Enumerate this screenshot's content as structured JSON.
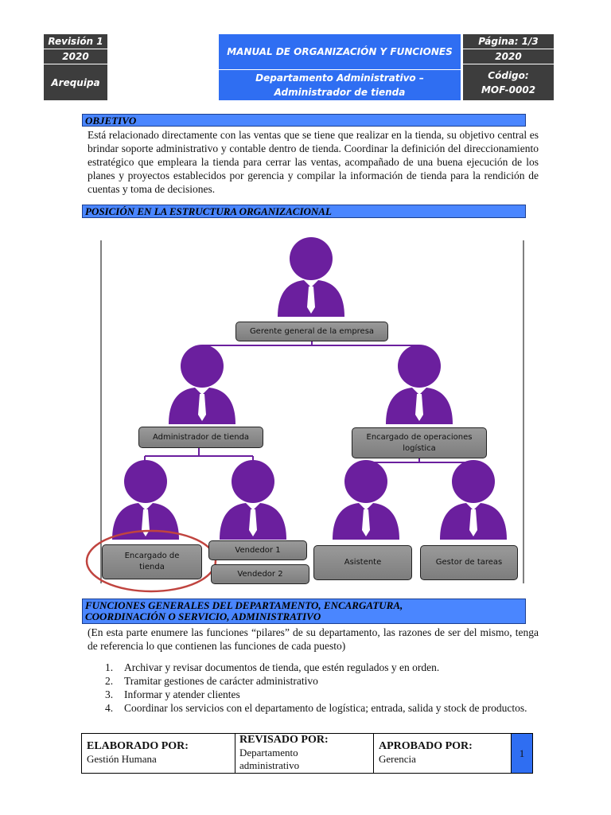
{
  "header": {
    "revision": "Revisión 1",
    "year_left": "2020",
    "city": "Arequipa",
    "title": "MANUAL DE ORGANIZACIÓN Y FUNCIONES",
    "subtitle_line1": "Departamento Administrativo –",
    "subtitle_line2": "Administrador de tienda",
    "page": "Página:  1/3",
    "year_right": "2020",
    "code_label": "Código:",
    "code_value": "MOF-0002"
  },
  "sections": {
    "objective_title": "OBJETIVO",
    "objective_text": "Está relacionado directamente con las ventas que se tiene que realizar en la tienda, su objetivo central es brindar soporte administrativo y contable dentro de tienda. Coordinar la definición del direccionamiento estratégico que empleara la tienda para cerrar las ventas, acompañado de una buena ejecución de los planes y proyectos establecidos por gerencia y compilar la información de tienda para la rendición de cuentas y toma de decisiones.",
    "position_title": "POSICIÓN EN LA ESTRUCTURA ORGANIZACIONAL",
    "functions_title_line1": "FUNCIONES GENERALES DEL DEPARTAMENTO, ENCARGATURA,",
    "functions_title_line2": "COORDINACIÓN O SERVICIO, ADMINISTRATIVO",
    "functions_intro": "(En esta parte enumere las funciones “pilares” de su departamento, las razones de ser del mismo, tenga de referencia lo que contienen las funciones de cada puesto)"
  },
  "functions": [
    {
      "num": "1.",
      "text": "Archivar y revisar documentos de tienda, que estén regulados y en orden."
    },
    {
      "num": "2.",
      "text": "Tramitar gestiones de carácter administrativo"
    },
    {
      "num": "3.",
      "text": "Informar y atender clientes"
    },
    {
      "num": "4.",
      "text": "Coordinar los servicios con el departamento de logística; entrada, salida y stock de productos."
    }
  ],
  "org_chart": {
    "top": "Gerente general de la empresa",
    "admin": "Administrador de tienda",
    "logistics_line1": "Encargado de operaciones",
    "logistics_line2": "logística",
    "store_manager_line1": "Encargado de",
    "store_manager_line2": "tienda",
    "seller1": "Vendedor 1",
    "seller2": "Vendedor 2",
    "assistant": "Asistente",
    "task_manager": "Gestor de tareas",
    "person_color": "#6b1f9e",
    "highlight_color": "#c0443f"
  },
  "footer": {
    "prepared_label": "ELABORADO POR:",
    "prepared_value": "Gestión Humana",
    "reviewed_label": "REVISADO POR:",
    "reviewed_value_line1": "Departamento",
    "reviewed_value_line2": "administrativo",
    "approved_label": "APROBADO POR:",
    "approved_value": "Gerencia",
    "page_number": "1"
  }
}
